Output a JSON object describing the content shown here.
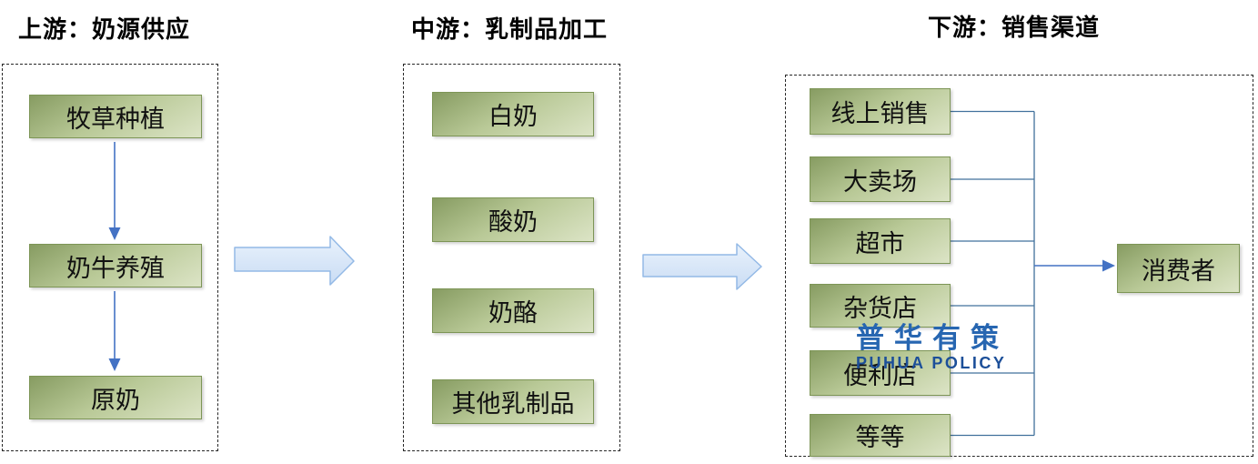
{
  "titles": {
    "upstream": "上游：奶源供应",
    "midstream": "中游：乳制品加工",
    "downstream": "下游：销售渠道"
  },
  "upstream": {
    "boxes": [
      "牧草种植",
      "奶牛养殖",
      "原奶"
    ]
  },
  "midstream": {
    "boxes": [
      "白奶",
      "酸奶",
      "奶酪",
      "其他乳制品"
    ]
  },
  "downstream": {
    "boxes": [
      "线上销售",
      "大卖场",
      "超市",
      "杂货店",
      "便利店",
      "等等"
    ],
    "consumer": "消费者"
  },
  "watermark": {
    "cn": "普华有策",
    "en": "PUHUA POLICY"
  },
  "colors": {
    "box_border": "#7d9556",
    "box_grad_start": "#879c62",
    "box_grad_mid": "#b9c997",
    "box_grad_end": "#dce4c6",
    "connector_blue": "#41719c",
    "thin_arrow_blue": "#4472c4",
    "big_arrow_fill_start": "#e9f2fc",
    "big_arrow_fill_end": "#c9dcf4",
    "big_arrow_border": "#93b9e6",
    "watermark_cn_color": "#2766b1",
    "watermark_en_color": "#1c4f99",
    "title_color": "#000000",
    "dash_color": "#262626"
  }
}
